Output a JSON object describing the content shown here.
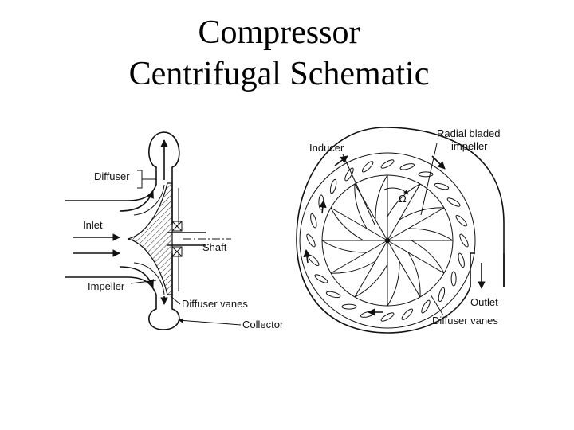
{
  "title": {
    "line1": "Compressor",
    "line2": "Centrifugal Schematic"
  },
  "labels": {
    "diffuser": "Diffuser",
    "inlet": "Inlet",
    "impeller": "Impeller",
    "shaft": "Shaft",
    "diffuser_vanes_left": "Diffuser vanes",
    "collector": "Collector",
    "inducer": "Inducer",
    "radial_bladed_line1": "Radial bladed",
    "radial_bladed_line2": "impeller",
    "omega": "Ω",
    "outlet": "Outlet",
    "diffuser_vanes_right": "Diffuser vanes"
  },
  "colors": {
    "ink": "#111111",
    "background": "#ffffff"
  }
}
